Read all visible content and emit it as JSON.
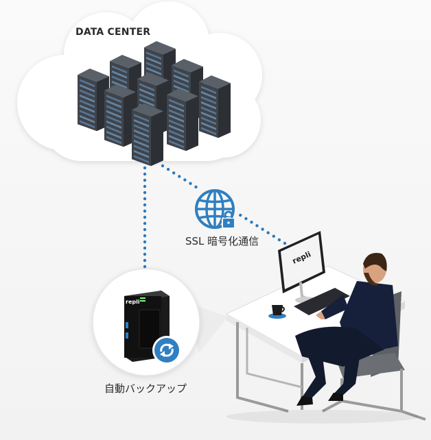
{
  "cloud": {
    "title": "DATA CENTER"
  },
  "connection": {
    "label": "SSL 暗号化通信"
  },
  "nas": {
    "label": "自動バックアップ",
    "brand": "repli"
  },
  "monitor": {
    "brand": "repli"
  },
  "colors": {
    "accent_blue": "#2f7fc1",
    "dotted_line": "#2d78b8",
    "server_body": "#4a4f55",
    "desk": "#ffffff",
    "suit": "#16203a"
  },
  "icons": [
    "globe-lock-icon",
    "sync-icon"
  ]
}
